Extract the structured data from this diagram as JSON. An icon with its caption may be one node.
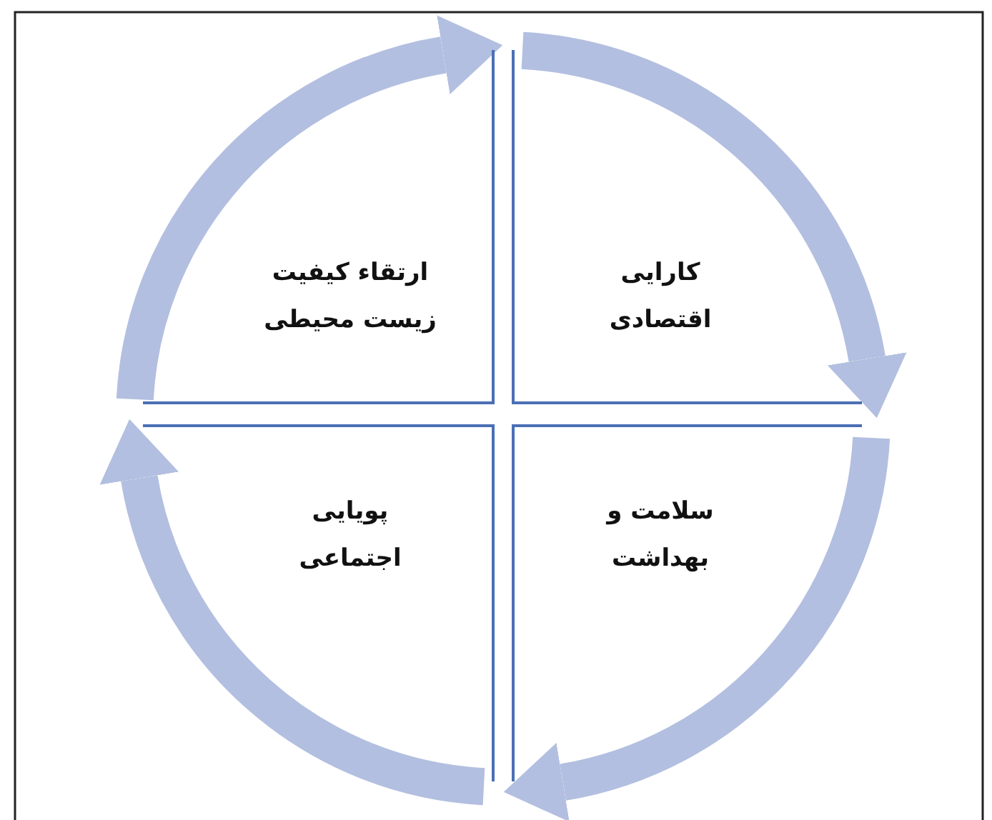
{
  "diagram": {
    "nodes": [
      {
        "text": [
          "کارایی اقتصادی"
        ]
      },
      {
        "text": [
          "سلامت و بهداشت"
        ]
      },
      {
        "text": [
          "پویایی اجتماعی"
        ]
      },
      {
        "text": [
          "ارتقاء کیفیت زیست محیطی"
        ]
      }
    ],
    "edges": [
      {
        "from": 3,
        "to": 0,
        "arrow": "to"
      },
      {
        "from": 0,
        "to": 1,
        "arrow": "to"
      },
      {
        "from": 1,
        "to": 2,
        "arrow": "to"
      },
      {
        "from": 2,
        "to": 3,
        "arrow": "to"
      }
    ]
  }
}
